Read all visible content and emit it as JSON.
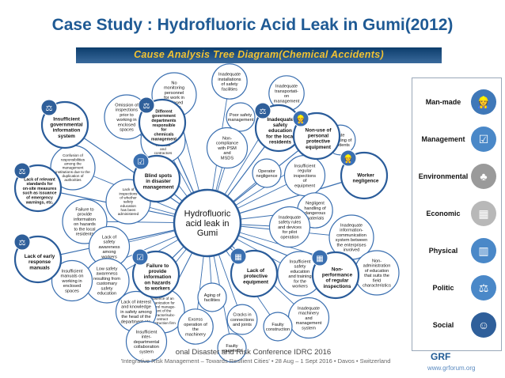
{
  "slide": {
    "title": "Case Study : Hydrofluoric Acid Leak in Gumi(2012)",
    "subtitle": "Cause Analysis Tree Diagram(Chemical Accidents)"
  },
  "diagram": {
    "center": "Hydrofluoric\nacid leak in\nGumi",
    "hubs": [
      {
        "label": "Insufficient\ngovernmental\ninformation\nsystem",
        "icon": "scales-icon",
        "color": "#2f5f9a"
      },
      {
        "label": "Different\ngovernment\ndepartments\nresponsible\nfor\nchemicals\nmanagement",
        "icon": "scales-icon",
        "color": "#2f5f9a"
      },
      {
        "label": "Inadequate\nsafety\neducation\nfor the local\nresidents",
        "icon": "scales-icon",
        "color": "#2f5f9a"
      },
      {
        "label": "Non-use of\npersonal\nprotective\nequipment",
        "icon": "worker-icon",
        "color": "#3a6fb0"
      },
      {
        "label": "Blind spots\nin disaster\nmanagement",
        "icon": "checklist-icon",
        "color": "#3a6fb0"
      },
      {
        "label": "Worker\nnegligence",
        "icon": "worker-icon",
        "color": "#3a6fb0"
      },
      {
        "label": "Lack of early\nresponse\nmanuals",
        "icon": "scales-icon",
        "color": "#2f5f9a"
      },
      {
        "label": "Failure to\nprovide\ninformation\non hazards\nto workers",
        "icon": "checklist-icon",
        "color": "#3a6fb0"
      },
      {
        "label": "Lack of\nprotective\nequipment",
        "icon": "chart-icon",
        "color": "#3a6fb0"
      },
      {
        "label": "Non-\nperformance\nof regular\ninspections",
        "icon": "chart-icon",
        "color": "#3a6fb0"
      },
      {
        "label": "Lack of relevant\nstandards for\non-site measures\nsuch as issuance\nof emergency\nwarnings, etc.",
        "icon": "scales-icon",
        "color": "#2f5f9a"
      }
    ],
    "leaves": [
      "No\nmonitoring\npersonnel\nfor work in\nenclosed\nspaces",
      "Inadequate\ninstallations\nof safety\nfacilities",
      "Inadequate\ntransportati-\non\nmanagement",
      "Omission of\ninspections\nprior to\nworking in\nenclosed\nspaces",
      "Insufficient\nsafety\nmanagement\nbetween\ncontracts\nand\ncontractors",
      "Poor safety\nmanagement",
      "Non-\ncompliance\nwith PSM\nand\nMSDS",
      "Late\nreporting of\naccidents",
      "Operator\nnegligence",
      "Insufficient\nregular\ninspections\nof\nequipment",
      "Lack of\ninspections\nof whether\nsafety\neducation\nhas been\nadministered",
      "Negligent\nhandling of\ndangerous\nmaterials",
      "Failure to\nprovide\ninformation\non hazards\nto the local\nresidents",
      "Inadequate\nsafety rules\nand devices\nfor pilot\noperation",
      "Inadequate\ninformation-\ncommunication\nsystem between\nthe enterprises\ninvolved",
      "Lack of\nsafety\nawareness\namong\nworkers",
      "Insufficient\nsafety\neducation\nand training\nfor the\nworkers",
      "Non-\nadministration\nof education\nthat suits the\nfield\ncharacteristics",
      "Low safety\nawareness\nresulting from\ncustomary\nsafety\neducation",
      "Insufficient\nmanuals on\nworking in\nenclosed\nspaces",
      "Absence of an\norganization for\ncontrol manage-\nment of the\ncontractor/subc-\nontract\nconstruction firm",
      "Aging of\nfacilities",
      "Lack of interest\nand knowledge\nin safety among\nthe head of the\ndepartment etc.",
      "Cracks in\nconnections\nand joints",
      "Inadequate\nmachinery\nand\nmanagement\nsystem",
      "Excess\noperation of\nthe\nmachinery",
      "Faulty\nconstruction",
      "Insufficient\ninter-\ndepartmental\ncollaboration\nsystem",
      "Faulty\nequipment",
      "Confusion of\nresponsibilities\namong the\nmanagement\ninstitutions due to the\nduplication of\nauthorities"
    ]
  },
  "legend": {
    "items": [
      {
        "label": "Man-made",
        "icon": "worker-icon",
        "color": "#3f78b8"
      },
      {
        "label": "Management",
        "icon": "checklist-icon",
        "color": "#4a88c8"
      },
      {
        "label": "Environmental",
        "icon": "tree-icon",
        "color": "#9a9a9a"
      },
      {
        "label": "Economic",
        "icon": "chart-icon",
        "color": "#b8b8b8"
      },
      {
        "label": "Physical",
        "icon": "building-icon",
        "color": "#4a88c8"
      },
      {
        "label": "Politic",
        "icon": "scales-icon",
        "color": "#4a88c8"
      },
      {
        "label": "Social",
        "icon": "people-icon",
        "color": "#2f5f9a"
      }
    ]
  },
  "footer": {
    "line1": "onal Disaster and Risk Conference IDRC 2016",
    "line2": "'Integrative Risk Management – Towards Resilient Cities' • 28 Aug – 1 Sept 2016 • Davos • Switzerland",
    "website": "www.grforum.org",
    "logo": "GRF"
  }
}
